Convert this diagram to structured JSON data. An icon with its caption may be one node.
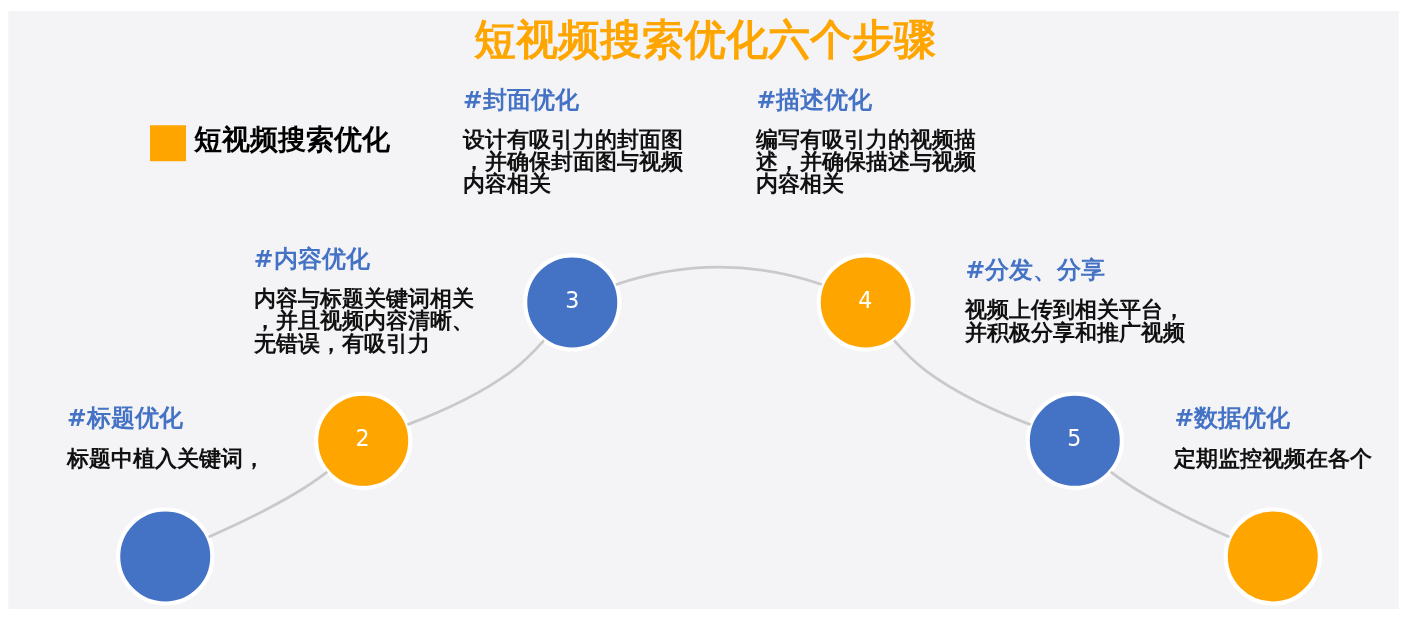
{
  "diagram": {
    "title": "短视频搜索优化六个步骤",
    "nodes": [
      {
        "text": [],
        "shape": "circle",
        "beside": [
          "#标题优化",
          "标题中植入关键词，"
        ]
      },
      {
        "text": [
          "2"
        ],
        "beside": [
          "#内容优化",
          "内容与标题关键词相关，并且视频内容清晰、无错误，有吸引力"
        ]
      },
      {
        "text": [
          "3"
        ],
        "beside": [
          "#封面优化",
          "设计有吸引力的封面图，并确保封面图与视频内容相关"
        ]
      },
      {
        "text": [
          "4"
        ],
        "beside": [
          "#描述优化",
          "编写有吸引力的视频描述，并确保描述与视频内容相关"
        ]
      },
      {
        "text": [
          "5"
        ],
        "beside": [
          "#分发、分享",
          "视频上传到相关平台，并积极分享和推广视频"
        ]
      },
      {
        "text": [],
        "shape": "circle",
        "beside": [
          "#数据优化",
          "定期监控视频在各个"
        ]
      }
    ],
    "edges": [
      {
        "from": 0,
        "to": 1,
        "arrow": "none"
      },
      {
        "from": 1,
        "to": 2,
        "arrow": "none"
      },
      {
        "from": 2,
        "to": 3,
        "arrow": "none"
      },
      {
        "from": 3,
        "to": 4,
        "arrow": "none"
      },
      {
        "from": 4,
        "to": 5,
        "arrow": "none"
      }
    ],
    "legend": [
      {
        "text": "短视频搜索优化",
        "color": "#ffa500"
      }
    ]
  }
}
